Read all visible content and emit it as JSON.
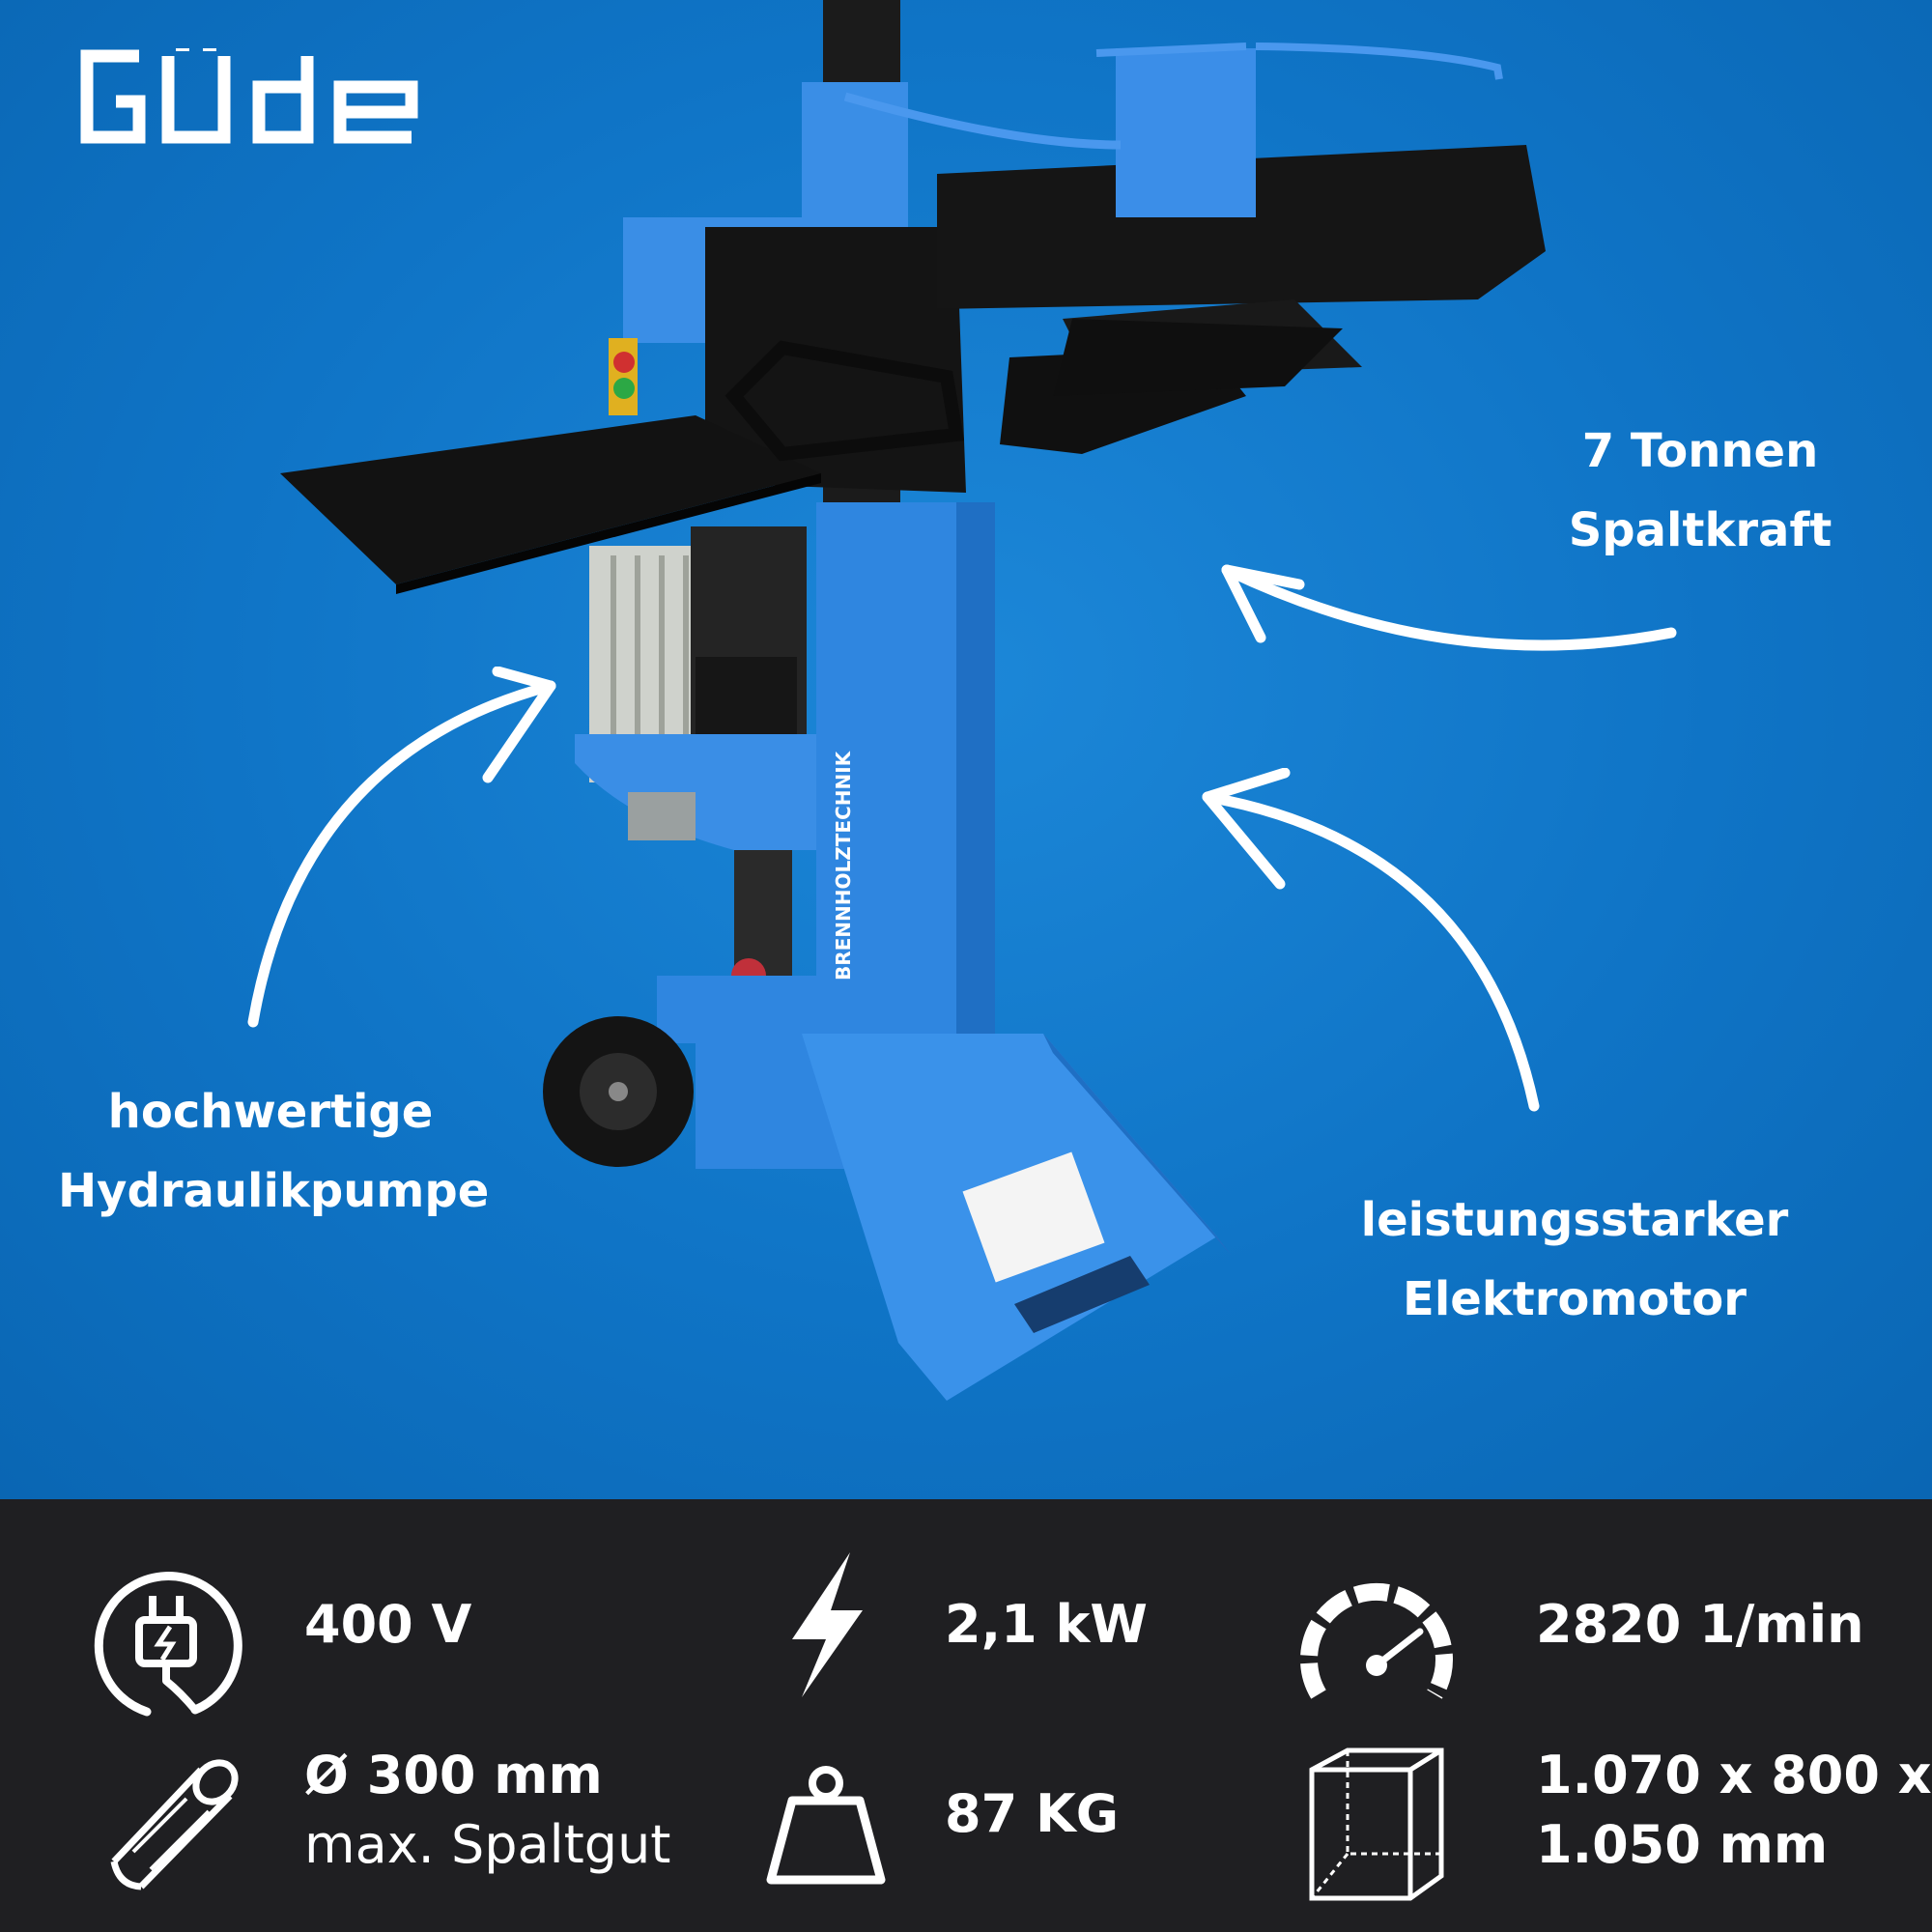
{
  "brand": {
    "logo_text": "Güde"
  },
  "callouts": {
    "force": {
      "line1": "7 Tonnen",
      "line2": "Spaltkraft"
    },
    "pump": {
      "line1": "hochwertige",
      "line2": "Hydraulikpumpe"
    },
    "motor": {
      "line1": "leistungsstarker",
      "line2": "Elektromotor"
    }
  },
  "machine_label": {
    "text": "BRENNHOLZTECHNIK"
  },
  "specs": {
    "voltage": {
      "icon": "power-plug-icon",
      "value": "400 V"
    },
    "power": {
      "icon": "lightning-icon",
      "value": "2,1 kW"
    },
    "speed": {
      "icon": "speedometer-icon",
      "value": "2820 1/min"
    },
    "diameter": {
      "icon": "log-icon",
      "value": "Ø 300 mm",
      "label": "max. Spaltgut"
    },
    "weight": {
      "icon": "weight-icon",
      "value": "87 KG"
    },
    "dimensions": {
      "icon": "box-icon",
      "line1": "1.070 x 800 x",
      "line2": "1.050 mm"
    }
  },
  "colors": {
    "background_blue": "#0f74c6",
    "machine_blue": "#2f86e0",
    "spec_bar": "#1f1f22",
    "text": "#ffffff"
  }
}
